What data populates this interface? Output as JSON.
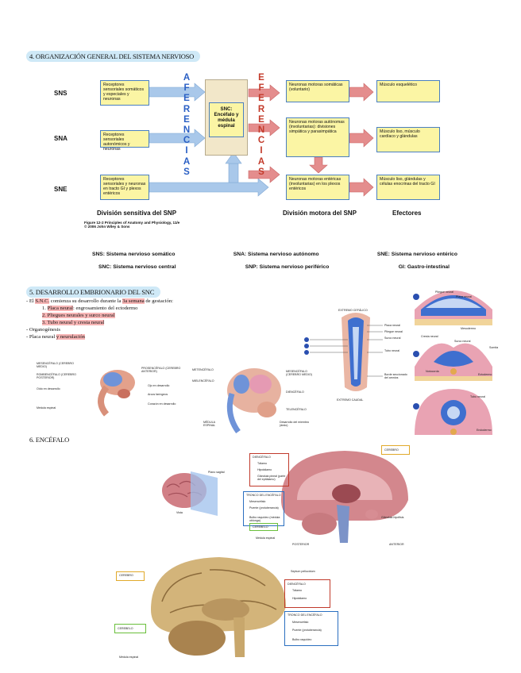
{
  "section4": {
    "title": "4. ORGANIZACIÓN GENERAL DEL SISTEMA NERVIOSO"
  },
  "diagram": {
    "row_labels": [
      "SNS",
      "SNA",
      "SNE"
    ],
    "afferent_letters": [
      "A",
      "F",
      "E",
      "R",
      "E",
      "N",
      "C",
      "I",
      "A",
      "S"
    ],
    "efferent_letters": [
      "E",
      "F",
      "E",
      "R",
      "E",
      "N",
      "C",
      "I",
      "A",
      "S"
    ],
    "sensory_boxes": [
      "Receptores sensoriales somáticos y especiales y neuronas",
      "Receptores sensoriales autonómicos y neuronas",
      "Receptores sensoriales y neuronas en tracto GI y plexos entéricos"
    ],
    "center_box": "SNC: Encéfalo y médula espinal",
    "motor_boxes": [
      "Neuronas motoras somáticas (voluntario)",
      "Neuronas motoras autónomas (involuntarias): divisiones simpática y parasimpática",
      "Neuronas motoras entéricas (involuntarias) en los plexos entéricos"
    ],
    "effector_boxes": [
      "Músculo esquelético",
      "Músculo liso, músculo cardíaco y glándulas",
      "Músculo liso, glándulas y células enocrinas del tracto GI"
    ],
    "footer_sensory": "División sensitiva del SNP",
    "footer_motor": "División motora del SNP",
    "footer_effectors": "Efectores",
    "figure_caption_1": "Figure 12-2 Principles of Anatomy and Physiology, 11/e",
    "figure_caption_2": "© 2006 John Wiley & Sons"
  },
  "legend": {
    "row1": [
      {
        "abbr": "SNS:",
        "text": " Sistema nervioso somático"
      },
      {
        "abbr": "SNA:",
        "text": " Sistema nervioso autónomo"
      },
      {
        "abbr": "SNE:",
        "text": " Sistema nervioso entérico"
      }
    ],
    "row2": [
      {
        "abbr": "SNC:",
        "text": " Sistema nervioso central"
      },
      {
        "abbr": "SNP:",
        "text": " Sistema nervioso periférico"
      },
      {
        "abbr": "GI:",
        "text": " Gastro-intestinal"
      }
    ]
  },
  "section5": {
    "title": "5. DESARROLLO EMBRIONARIO DEL SNC",
    "line1_a": "- El ",
    "line1_b": "S.N.C.",
    "line1_c": " comienza su desarrollo durante la ",
    "line1_d": "3a semana",
    "line1_e": " de gestación:",
    "item1_n": "1. ",
    "item1_a": "Placa neural",
    "item1_b": ": engrosamiento del ectodermo",
    "item2": "2. Pliegues neurales y surco neural",
    "item3": "3. Tubo neural y cresta neural",
    "line_org": "- Organogénesis",
    "line_placa_a": "- Placa neural ",
    "line_placa_b": "y neurulación",
    "embryo_labels_left": [
      "MESENCÉFALO (CEREBRO MEDIO)",
      "ROMBENCÉFALO (CEREBRO POSTERIOR)",
      "Oído en desarrollo",
      "Médula espinal"
    ],
    "embryo_labels_right": [
      "PROSENCÉFALO (CEREBRO ANTERIOR)",
      "Ojo en desarrollo",
      "Arcos faríngeos",
      "Corazón en desarrollo"
    ],
    "embryo2_labels": [
      "METENCÉFALO",
      "MIELENCÉFALO",
      "MÉDULA ESPINAL",
      "MESENCÉFALO (CEREBRO MEDIO)",
      "DIENCÉFALO",
      "TELENCÉFALO",
      "Desarrollo del miembro (dedo)"
    ],
    "tube_labels": [
      "EXTREMO CEFÁLICO",
      "Placa neural",
      "Pliegue neural",
      "Surco neural",
      "Tubo neural",
      "Borde seccionado del amnios",
      "EXTREMO CAUDAL"
    ],
    "cross_labels": [
      "Pliegue neural",
      "Placa neural",
      "Mesodermo",
      "Cresta neural",
      "Surco neural",
      "Somita",
      "Ectodermo",
      "Notocorda",
      "Tubo neural",
      "Endodermo"
    ]
  },
  "section6": {
    "title": "6. ENCÉFALO",
    "small_brain_labels": [
      "Plano sagital",
      "Vista"
    ],
    "sagittal_labels": [
      "DIENCÉFALO",
      "Tálamo",
      "Hipotálamo",
      "Glándula pineal (parte del epitálamo)",
      "TRONCO DEL ENCÉFALO",
      "Mesencéfalo",
      "Puente (protuberancia)",
      "Bulbo raquídeo (médula oblonga)",
      "CEREBELO",
      "Médula espinal",
      "POSTERIOR",
      "ANTERIOR",
      "Glándula hipófisis",
      "CEREBRO"
    ],
    "photo_labels": [
      "CEREBRO",
      "Septum pellucidum",
      "DIENCÉFALO",
      "Tálamo",
      "Hipotálamo",
      "TRONCO DEL ENCÉFALO",
      "Mesencéfalo",
      "Puente (protuberancia)",
      "Bulbo raquídeo",
      "CEREBELO",
      "Médula espinal"
    ]
  },
  "colors": {
    "sensory_arrow": "#a9c8ea",
    "motor_arrow": "#e48d8d",
    "box_fill": "#fbf5a4",
    "box_border": "#4a7fc0",
    "afferent_text": "#2a5fc4",
    "efferent_text": "#c33b2b",
    "highlight": "#f7b5b5",
    "section_pill": "#cfe9f7"
  }
}
